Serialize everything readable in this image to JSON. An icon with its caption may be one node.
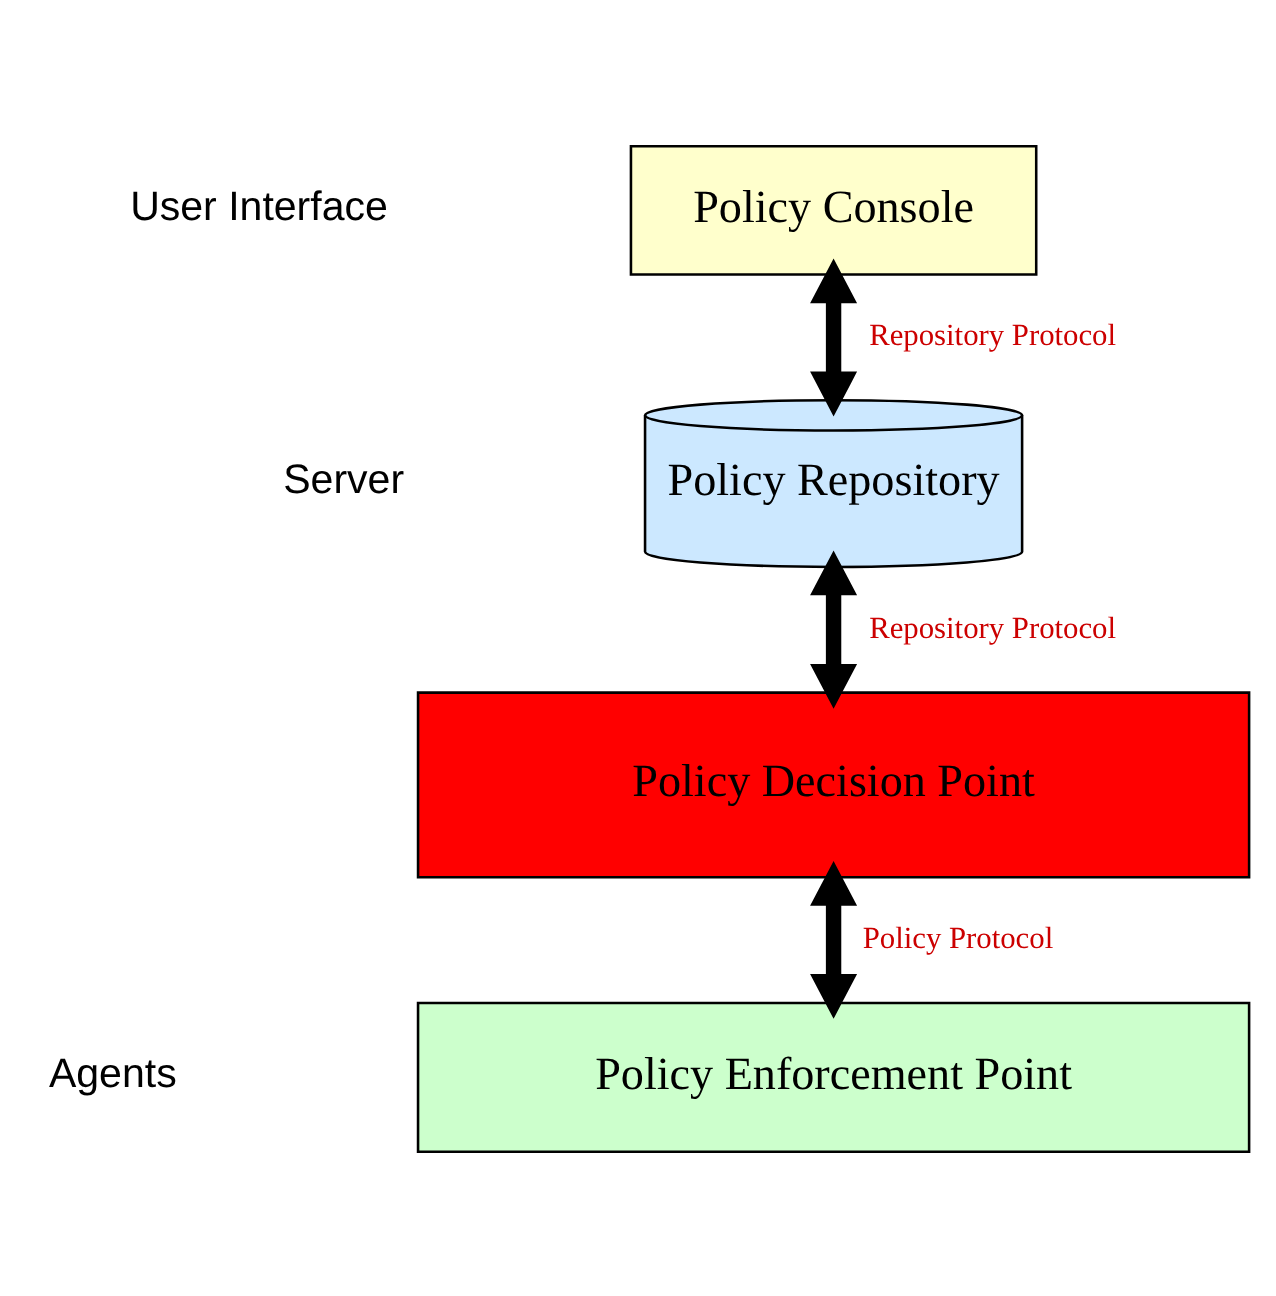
{
  "diagram": {
    "nodes": [
      {
        "text": [
          "Policy Console"
        ]
      },
      {
        "text": [
          "Policy Repository"
        ]
      },
      {
        "text": [
          "Policy Decision Point"
        ]
      },
      {
        "text": [
          "Policy Enforcement Point"
        ]
      }
    ],
    "edges": [
      {
        "from": 0,
        "to": 1,
        "arrow": "both",
        "label": "Repository Protocol"
      },
      {
        "from": 1,
        "to": 2,
        "arrow": "both",
        "label": "Repository Protocol"
      },
      {
        "from": 2,
        "to": 3,
        "arrow": "both",
        "label": "Policy Protocol"
      }
    ],
    "labels": [
      "User Interface",
      "Server",
      "Agents"
    ]
  }
}
